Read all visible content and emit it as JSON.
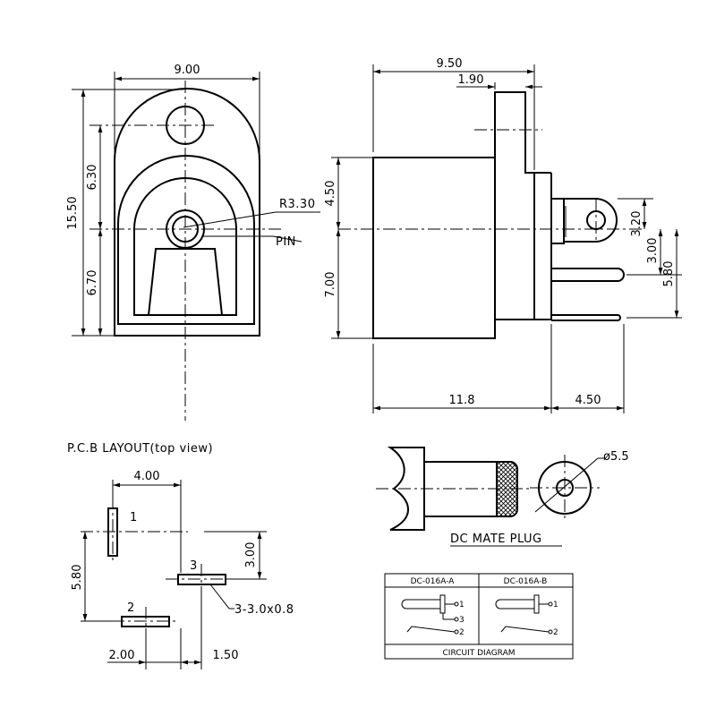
{
  "front_view": {
    "dim_width": "9.00",
    "dim_height": "15.50",
    "dim_upper": "6.30",
    "dim_lower": "6.70",
    "radius": "R3.30",
    "pin": "PIN"
  },
  "side_view": {
    "dim_total_width": "9.50",
    "dim_tab": "1.90",
    "dim_upper": "4.50",
    "dim_lower": "7.00",
    "dim_pin1": "3.20",
    "dim_pin2": "3.00",
    "dim_pin3": "5.80",
    "dim_body": "11.8",
    "dim_pins": "4.50"
  },
  "pcb": {
    "title": "P.C.B LAYOUT(top view)",
    "dim_top": "4.00",
    "dim_right": "3.00",
    "dim_left": "5.80",
    "dim_bottom_left": "2.00",
    "dim_bottom_right": "1.50",
    "pad_spec": "3-3.0x0.8",
    "pad1": "1",
    "pad2": "2",
    "pad3": "3"
  },
  "mate_plug": {
    "title": "DC MATE PLUG",
    "diameter": "ø5.5"
  },
  "circuit": {
    "col_a": "DC-016A-A",
    "col_b": "DC-016A-B",
    "caption": "CIRCUIT DIAGRAM",
    "a_pin1": "1",
    "a_pin3": "3",
    "a_pin2": "2",
    "b_pin1": "1",
    "b_pin2": "2"
  }
}
